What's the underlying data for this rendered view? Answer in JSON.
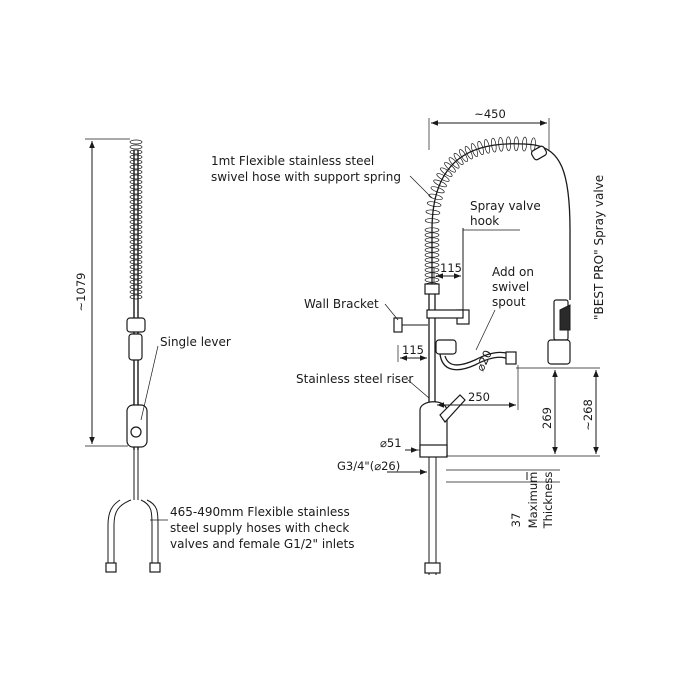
{
  "labels": {
    "hose": [
      "1mt Flexible stainless steel",
      "swivel hose with support spring"
    ],
    "hook": [
      "Spray valve",
      "hook"
    ],
    "spout": [
      "Add on",
      "swivel",
      "spout"
    ],
    "bracket": "Wall Bracket",
    "riser": "Stainless steel riser",
    "lever": "Single lever",
    "supply": [
      "465-490mm Flexible stainless",
      "steel supply hoses with check",
      "valves and female G1/2\" inlets"
    ],
    "spray_valve": "\"BEST PRO\" Spray valve",
    "max_thickness": [
      "37",
      "Maximum",
      "Thickness"
    ]
  },
  "dimensions": {
    "width_top": "~450",
    "height_total": "~1079",
    "hook_offset": "115",
    "bracket_offset": "115",
    "spout_dia": "⌀20",
    "spout_reach": "250",
    "base_dia": "⌀51",
    "thread": "G3/4\"(⌀26)",
    "h_269": "269",
    "h_268": "~268"
  }
}
